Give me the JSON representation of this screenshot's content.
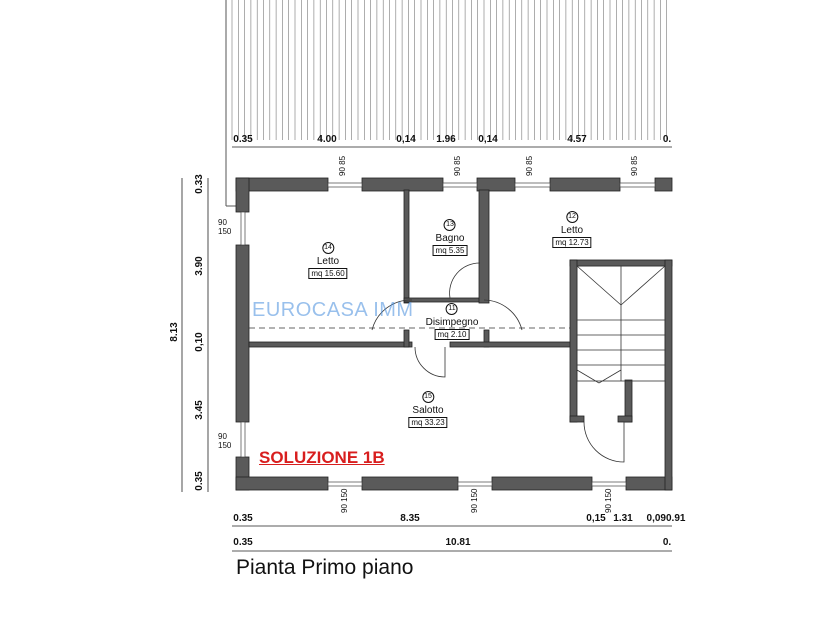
{
  "title": "Pianta Primo piano",
  "solution_label": "SOLUZIONE 1B",
  "watermark": "EUROCASA IMM",
  "colors": {
    "wall": "#5a5a5a",
    "solution": "#d81e1e",
    "watermark": "#468cdc"
  },
  "top_dimensions": [
    "0.35",
    "4.00",
    "0,14",
    "1.96",
    "0,14",
    "4.57",
    "0."
  ],
  "left_dimensions": {
    "total": "8.13",
    "parts": [
      "0.33",
      "3.90",
      "0,10",
      "3.45",
      "0.35"
    ]
  },
  "bottom_dimensions_1": [
    "0.35",
    "8.35",
    "0,15",
    "1.31",
    "0,090.91"
  ],
  "bottom_dimensions_2": [
    "0.35",
    "10.81",
    "0."
  ],
  "window_labels": {
    "top": [
      "90",
      "85"
    ],
    "side": [
      "90",
      "150"
    ]
  },
  "rooms": [
    {
      "number": "14",
      "name": "Letto",
      "area": "mq 15.60"
    },
    {
      "number": "13",
      "name": "Bagno",
      "area": "mq 5.35"
    },
    {
      "number": "12",
      "name": "Letto",
      "area": "mq 12.73"
    },
    {
      "number": "11",
      "name": "Disimpegno",
      "area": "mq 2.10"
    },
    {
      "number": "15",
      "name": "Salotto",
      "area": "mq 33.23"
    }
  ]
}
